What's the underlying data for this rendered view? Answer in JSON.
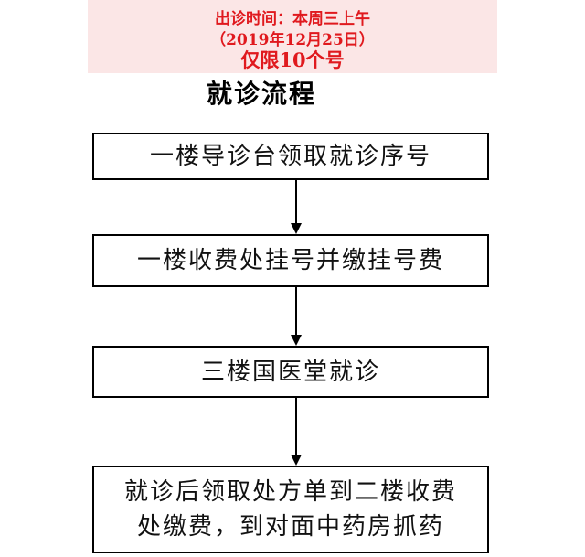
{
  "notice": {
    "line1": "出诊时间：本周三上午",
    "line2": "（2019年12月25日）",
    "line3": "仅限10个号"
  },
  "title": "就诊流程",
  "steps": [
    {
      "lines": [
        "一楼导诊台领取就诊序号"
      ]
    },
    {
      "lines": [
        "一楼收费处挂号并缴挂号费"
      ]
    },
    {
      "lines": [
        "三楼国医堂就诊"
      ]
    },
    {
      "lines": [
        "就诊后领取处方单到二楼收费",
        "处缴费，到对面中药房抓药"
      ]
    }
  ],
  "colors": {
    "notice_text": "#e0191e",
    "notice_background": "#fbe6e6",
    "box_border": "#000000",
    "arrow": "#000000"
  }
}
